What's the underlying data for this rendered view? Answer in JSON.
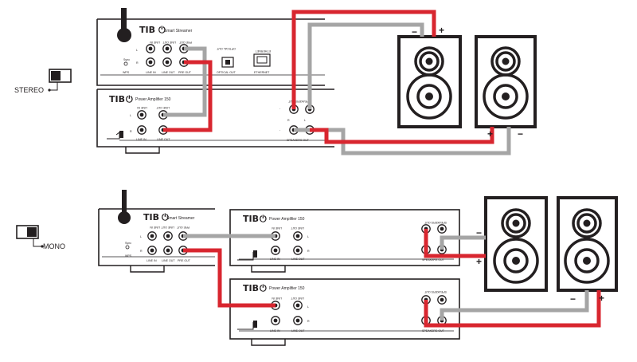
{
  "sections": {
    "stereo": {
      "mode_label": "STEREO"
    },
    "mono": {
      "mode_label": "MONO"
    }
  },
  "devices": {
    "streamer": {
      "brand": "TIB",
      "model": "Smart Streamer",
      "wps_label": "WPS",
      "sync_label": "Sync",
      "l_label": "L",
      "r_label": "R",
      "line_in": "LINE IN",
      "line_out": "LINE OUT",
      "pre_out": "PRE OUT",
      "optical_out": "OPTICAL OUT",
      "ethernet": "ETHERNET",
      "mirror_line_in": "LINE IN",
      "mirror_line_out": "LINE OUT",
      "mirror_pre_out": "PRE OUT",
      "mirror_optical": "OPTICAL OUT",
      "mirror_ethernet": "ETHERNET"
    },
    "amplifier": {
      "brand": "TIB",
      "model": "Power Amplifier 150",
      "line_in": "LINE IN",
      "line_out": "LINE OUT",
      "speakers_out": "SPEAKERS OUT",
      "l_label": "L",
      "r_label": "R",
      "mirror_line_in": "LINE IN",
      "mirror_line_out": "LINE OUT",
      "mirror_speakers": "SPEAKERS OUT"
    }
  },
  "polarity": {
    "plus": "+",
    "minus": "−"
  },
  "colors": {
    "red_cable": "#d8262f",
    "grey_cable": "#a5a5a5",
    "outline": "#231f20"
  }
}
